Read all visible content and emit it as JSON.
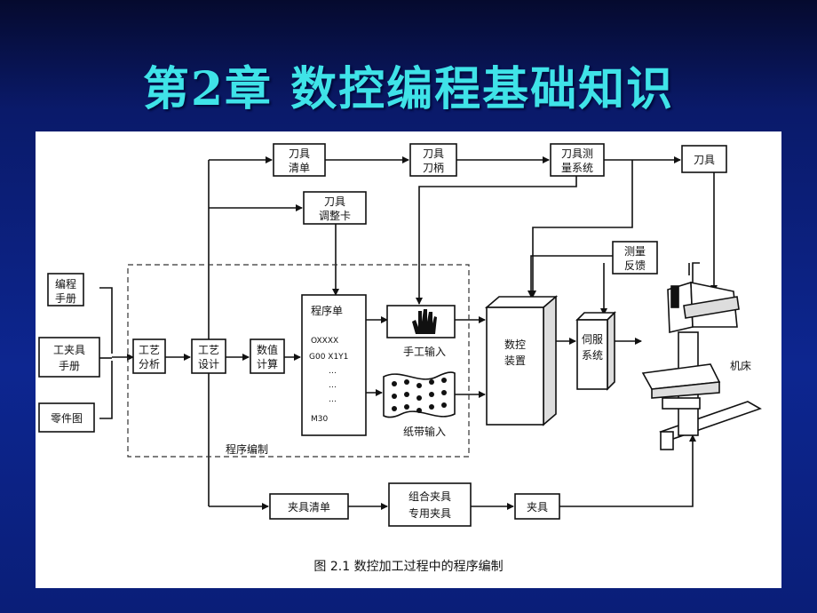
{
  "title": "第2章  数控编程基础知识",
  "diagram": {
    "sources": {
      "programming_manual": [
        "编程",
        "手册"
      ],
      "fixture_manual": [
        "工夹具",
        "手册"
      ],
      "part_drawing": "零件图"
    },
    "process_analysis": [
      "工艺",
      "分析"
    ],
    "process_design": [
      "工艺",
      "设计"
    ],
    "numeric_calc": [
      "数值",
      "计算"
    ],
    "program_sheet": {
      "label": "程序单",
      "lines": [
        "OXXXX",
        "G00 X1Y1",
        "…",
        "…",
        "…",
        "M30"
      ]
    },
    "manual_input": "手工输入",
    "tape_input": "纸带输入",
    "programming_area": "程序编制",
    "tool_list": [
      "刀具",
      "清单"
    ],
    "tool_holder": [
      "刀具",
      "刀柄"
    ],
    "tool_measure": [
      "刀具测",
      "量系统"
    ],
    "tool": "刀具",
    "tool_adjust_card": [
      "刀具",
      "调整卡"
    ],
    "measure_feedback": [
      "测量",
      "反馈"
    ],
    "cnc_device": [
      "数控",
      "装置"
    ],
    "servo": [
      "伺服",
      "系统"
    ],
    "machine_tool": "机床",
    "fixture_list": "夹具清单",
    "fixture_combo": [
      "组合夹具",
      "专用夹具"
    ],
    "fixture": "夹具",
    "caption": "图 2.1  数控加工过程中的程序编制"
  }
}
